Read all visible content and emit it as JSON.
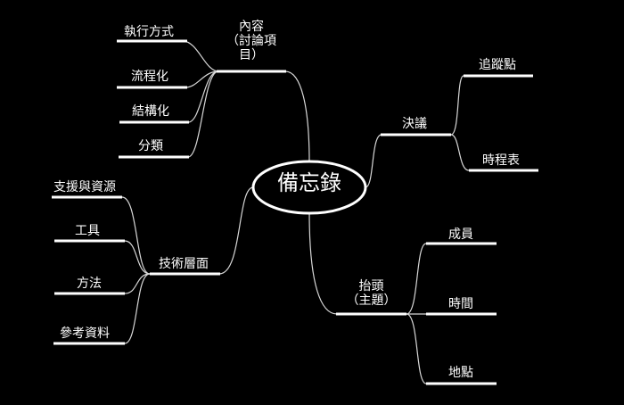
{
  "center": "備忘錄",
  "branches": {
    "content": {
      "label_lines": [
        "內容",
        "（討論項",
        "目）"
      ],
      "children": [
        "執行方式",
        "流程化",
        "結構化",
        "分類"
      ]
    },
    "resolution": {
      "label": "決議",
      "children": [
        "追蹤點",
        "時程表"
      ]
    },
    "technical": {
      "label": "技術層面",
      "children": [
        "支援與資源",
        "工具",
        "方法",
        "參考資料"
      ]
    },
    "header": {
      "label_lines": [
        "抬頭",
        "（主題）"
      ],
      "children": [
        "成員",
        "時間",
        "地點"
      ]
    }
  }
}
